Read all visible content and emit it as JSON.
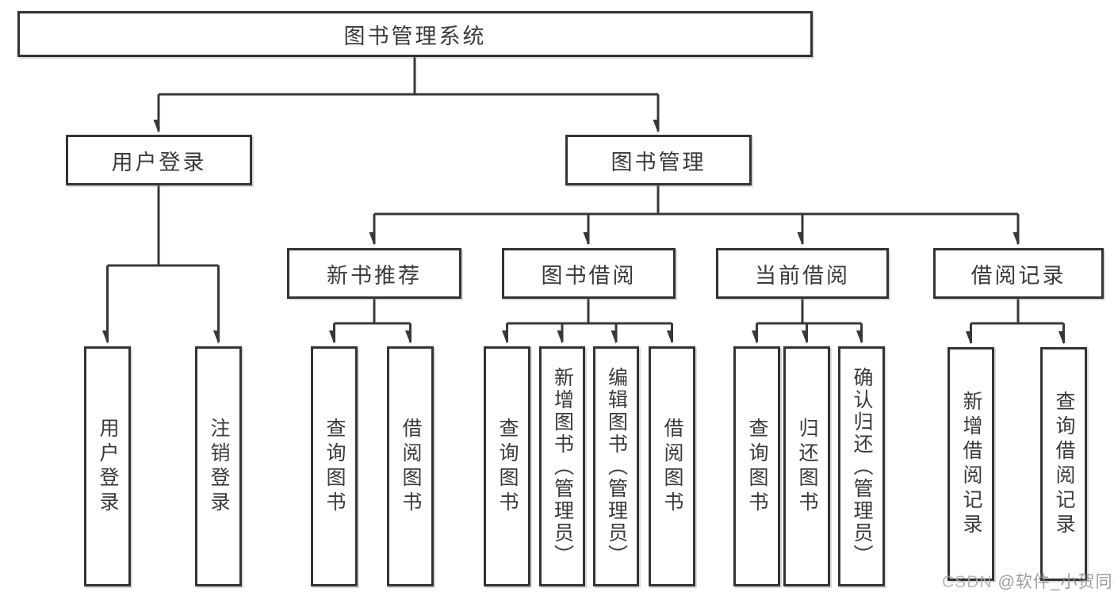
{
  "diagram": {
    "type": "hierarchy-tree",
    "root": "图书管理系统",
    "branches": [
      {
        "label": "用户登录",
        "leaves": [
          "用户登录",
          "注销登录"
        ]
      },
      {
        "label": "图书管理",
        "groups": [
          {
            "label": "新书推荐",
            "leaves": [
              "查询图书",
              "借阅图书"
            ]
          },
          {
            "label": "图书借阅",
            "leaves": [
              "查询图书",
              "新增图书（管理员）",
              "编辑图书（管理员）",
              "借阅图书"
            ]
          },
          {
            "label": "当前借阅",
            "leaves": [
              "查询图书",
              "归还图书",
              "确认归还（管理员）"
            ]
          },
          {
            "label": "借阅记录",
            "leaves": [
              "新增借阅记录",
              "查询借阅记录"
            ]
          }
        ]
      }
    ]
  },
  "watermark": {
    "prefix": "CSDN",
    "author": "@软件_小贺同学"
  },
  "colors": {
    "line": "#383838",
    "border": "#333333",
    "text": "#3a3a3a",
    "watermark": "#8c8c8c",
    "background": "#ffffff"
  }
}
